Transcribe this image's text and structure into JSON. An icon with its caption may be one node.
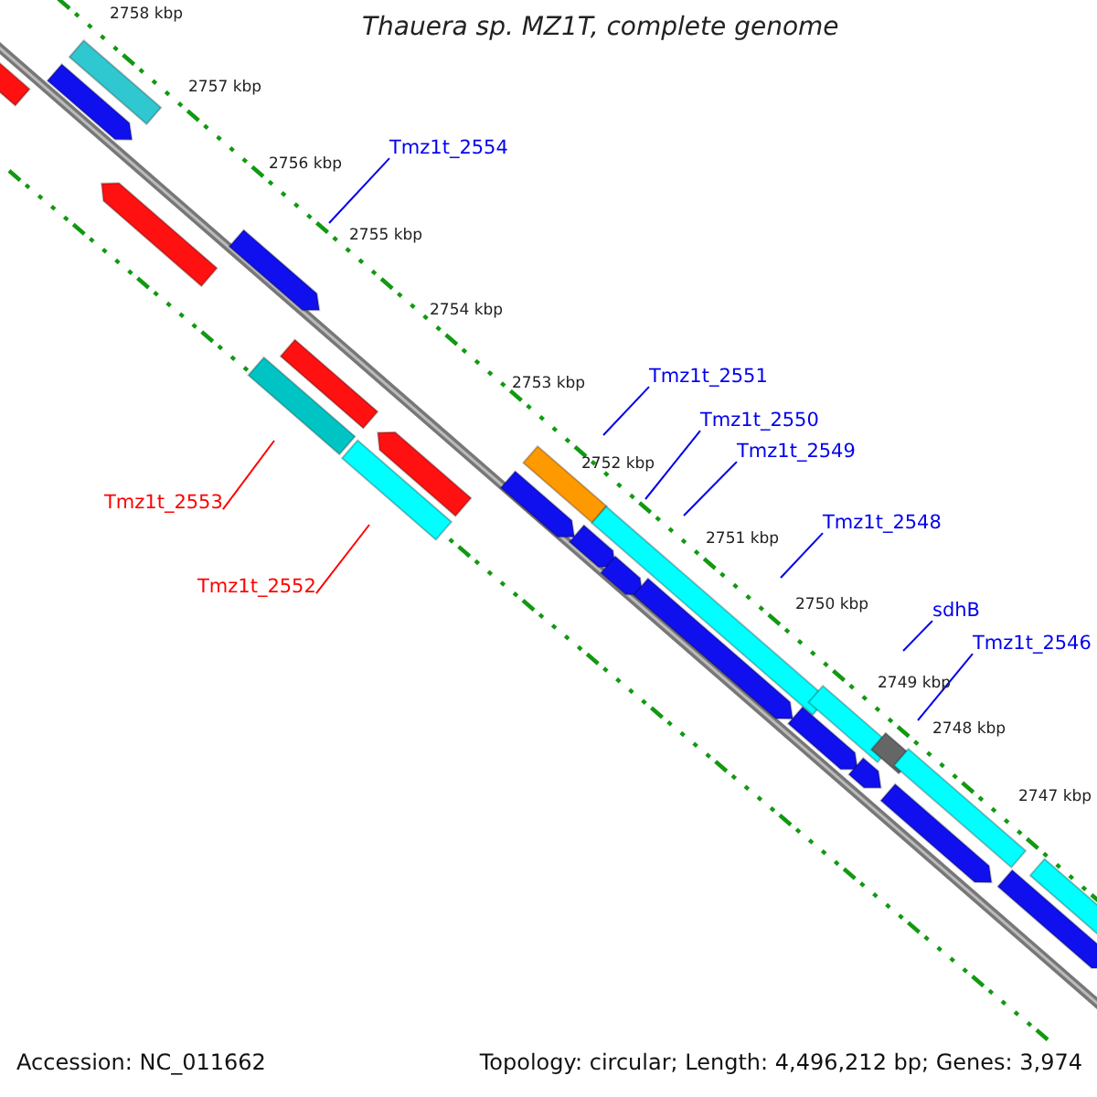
{
  "diagram": {
    "title": "Thauera sp. MZ1T, complete genome",
    "nodes": [
      {
        "text": [
          "Tmz1t_2554"
        ]
      },
      {
        "text": [
          "Tmz1t_2551"
        ]
      },
      {
        "text": [
          "Tmz1t_2550"
        ]
      },
      {
        "text": [
          "Tmz1t_2549"
        ]
      },
      {
        "text": [
          "Tmz1t_2553"
        ]
      },
      {
        "text": [
          "Tmz1t_2548"
        ]
      },
      {
        "text": [
          "Tmz1t_2552"
        ]
      },
      {
        "text": [
          "sdhB"
        ]
      },
      {
        "text": [
          "Tmz1t_2546"
        ]
      }
    ],
    "edges": [
      {
        "from": 0,
        "to": null,
        "arrow": "none"
      },
      {
        "from": 1,
        "to": null,
        "arrow": "none"
      },
      {
        "from": 2,
        "to": null,
        "arrow": "none"
      },
      {
        "from": 3,
        "to": null,
        "arrow": "none"
      },
      {
        "from": 4,
        "to": null,
        "arrow": "none",
        "color": "#ff0000"
      },
      {
        "from": 5,
        "to": null,
        "arrow": "none"
      },
      {
        "from": 6,
        "to": null,
        "arrow": "none",
        "color": "#ff0000"
      },
      {
        "from": 7,
        "to": null,
        "arrow": "none"
      },
      {
        "from": 8,
        "to": null,
        "arrow": "none"
      }
    ],
    "labels": [
      "2758 kbp",
      "2757 kbp",
      "2756 kbp",
      "2755 kbp",
      "2754 kbp",
      "2753 kbp",
      "2752 kbp",
      "2751 kbp",
      "2750 kbp",
      "2749 kbp",
      "2748 kbp",
      "2747 kbp",
      "Accession: NC_011662",
      "Topology: circular; Length: 4,496,212 bp; Genes: 3,974"
    ]
  }
}
